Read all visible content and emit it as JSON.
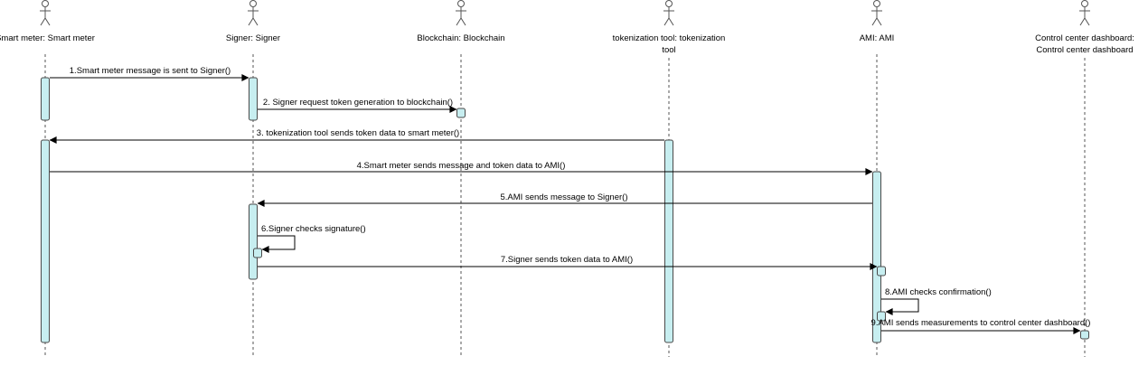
{
  "colors": {
    "activation_fill": "#c7eef0",
    "activation_stroke": "#4a4a4a",
    "line": "#000000",
    "lifeline": "#555555"
  },
  "lifelines": [
    {
      "id": "smart-meter",
      "lines": [
        "Smart meter: Smart meter"
      ]
    },
    {
      "id": "signer",
      "lines": [
        "Signer: Signer"
      ]
    },
    {
      "id": "blockchain",
      "lines": [
        "Blockchain: Blockchain"
      ]
    },
    {
      "id": "tokenization-tool",
      "lines": [
        "tokenization tool: tokenization",
        "tool"
      ]
    },
    {
      "id": "ami",
      "lines": [
        "AMI: AMI"
      ]
    },
    {
      "id": "control-center-dashboard",
      "lines": [
        "Control center dashboard:",
        "Control center dashboard"
      ]
    }
  ],
  "messages": [
    {
      "n": 1,
      "label": "1.Smart meter message is sent to Signer()",
      "from": "smart-meter",
      "to": "signer"
    },
    {
      "n": 2,
      "label": "2. Signer request token generation to blockchain()",
      "from": "signer",
      "to": "blockchain"
    },
    {
      "n": 3,
      "label": "3. tokenization tool  sends token data to smart meter()",
      "from": "tokenization-tool",
      "to": "smart-meter"
    },
    {
      "n": 4,
      "label": "4.Smart meter sends message and token data to AMI()",
      "from": "smart-meter",
      "to": "ami"
    },
    {
      "n": 5,
      "label": "5.AMI sends message to Signer()",
      "from": "ami",
      "to": "signer"
    },
    {
      "n": 6,
      "label": "6.Signer checks signature()",
      "from": "signer",
      "to": "signer"
    },
    {
      "n": 7,
      "label": "7.Signer sends token data to AMI()",
      "from": "signer",
      "to": "ami"
    },
    {
      "n": 8,
      "label": "8.AMI checks confirmation()",
      "from": "ami",
      "to": "ami"
    },
    {
      "n": 9,
      "label": "9.AMI sends measurements to control center dashboard()",
      "from": "ami",
      "to": "control-center-dashboard"
    }
  ]
}
